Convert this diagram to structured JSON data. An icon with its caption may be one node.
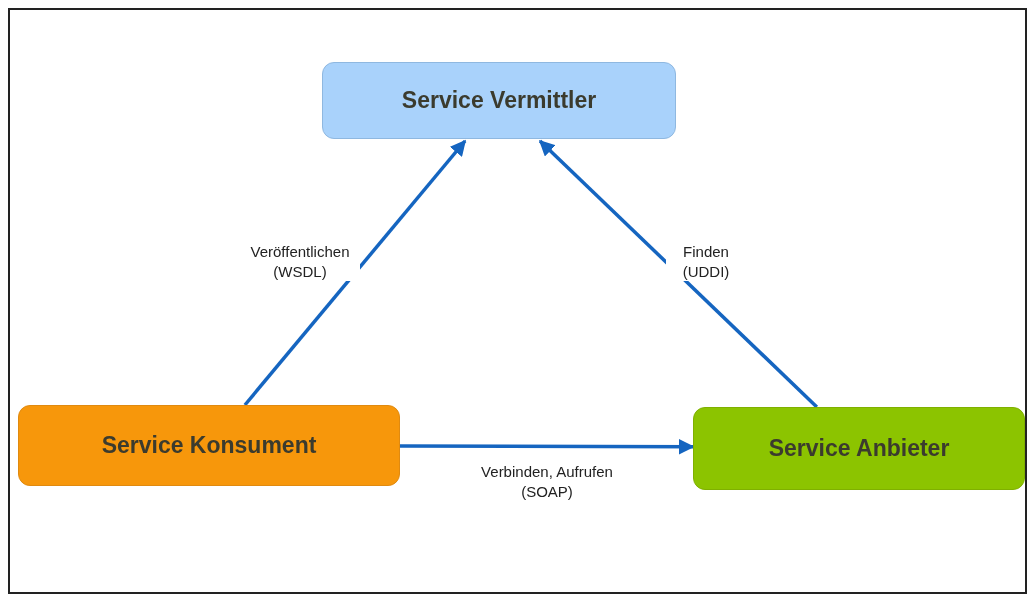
{
  "diagram": {
    "nodes": [
      {
        "text": [
          "Service Vermittler"
        ]
      },
      {
        "text": [
          "Service Konsument"
        ]
      },
      {
        "text": [
          "Service Anbieter"
        ]
      }
    ],
    "edges": [
      {
        "from": 1,
        "to": 0,
        "arrow": "to",
        "label": "Veröffentlichen (WSDL)"
      },
      {
        "from": 2,
        "to": 0,
        "arrow": "to",
        "label": "Finden (UDDI)"
      },
      {
        "from": 1,
        "to": 2,
        "arrow": "to",
        "label": "Verbinden, Aufrufen (SOAP)"
      }
    ]
  }
}
